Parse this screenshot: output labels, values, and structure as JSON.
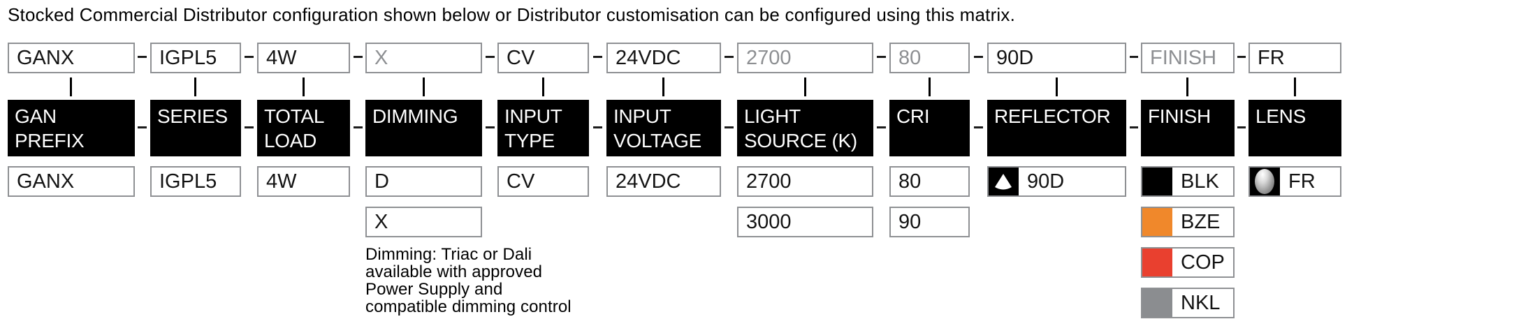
{
  "caption": "Stocked Commercial Distributor configuration shown below or Distributor customisation can be configured using this matrix.",
  "colors": {
    "box_border": "#8E9093",
    "header_bg": "#000000",
    "header_text": "#FFFFFF",
    "muted_text": "#8D8F92",
    "swatch_black": "#000000",
    "swatch_bronze": "#F0882B",
    "swatch_copper": "#E9402F",
    "swatch_nickel": "#8B8D90"
  },
  "columns": [
    {
      "header": "GAN\nPREFIX",
      "selected": "GANX",
      "options": [
        {
          "label": "GANX"
        }
      ]
    },
    {
      "header": "SERIES",
      "selected": "IGPL5",
      "options": [
        {
          "label": "IGPL5"
        }
      ]
    },
    {
      "header": "TOTAL\nLOAD",
      "selected": "4W",
      "options": [
        {
          "label": "4W"
        }
      ]
    },
    {
      "header": "DIMMING",
      "selected": "X",
      "options": [
        {
          "label": "D"
        },
        {
          "label": "X"
        }
      ],
      "note": "Dimming: Triac or Dali\navailable with approved\nPower Supply and\ncompatible dimming control"
    },
    {
      "header": "INPUT\nTYPE",
      "selected": "CV",
      "options": [
        {
          "label": "CV"
        }
      ]
    },
    {
      "header": "INPUT\nVOLTAGE",
      "selected": "24VDC",
      "options": [
        {
          "label": "24VDC"
        }
      ]
    },
    {
      "header": "LIGHT\nSOURCE (K)",
      "selected": "2700",
      "options": [
        {
          "label": "2700"
        },
        {
          "label": "3000"
        }
      ]
    },
    {
      "header": "CRI",
      "selected": "80",
      "options": [
        {
          "label": "80"
        },
        {
          "label": "90"
        }
      ]
    },
    {
      "header": "REFLECTOR",
      "selected": "90D",
      "options": [
        {
          "label": "90D",
          "icon": "reflector-beam-icon"
        }
      ]
    },
    {
      "header": "FINISH",
      "selected": "FINISH",
      "options": [
        {
          "label": "BLK",
          "swatch": "#000000"
        },
        {
          "label": "BZE",
          "swatch": "#F0882B"
        },
        {
          "label": "COP",
          "swatch": "#E9402F"
        },
        {
          "label": "NKL",
          "swatch": "#8B8D90"
        }
      ]
    },
    {
      "header": "LENS",
      "selected": "FR",
      "options": [
        {
          "label": "FR",
          "icon": "frosted-lens-icon"
        }
      ]
    }
  ]
}
